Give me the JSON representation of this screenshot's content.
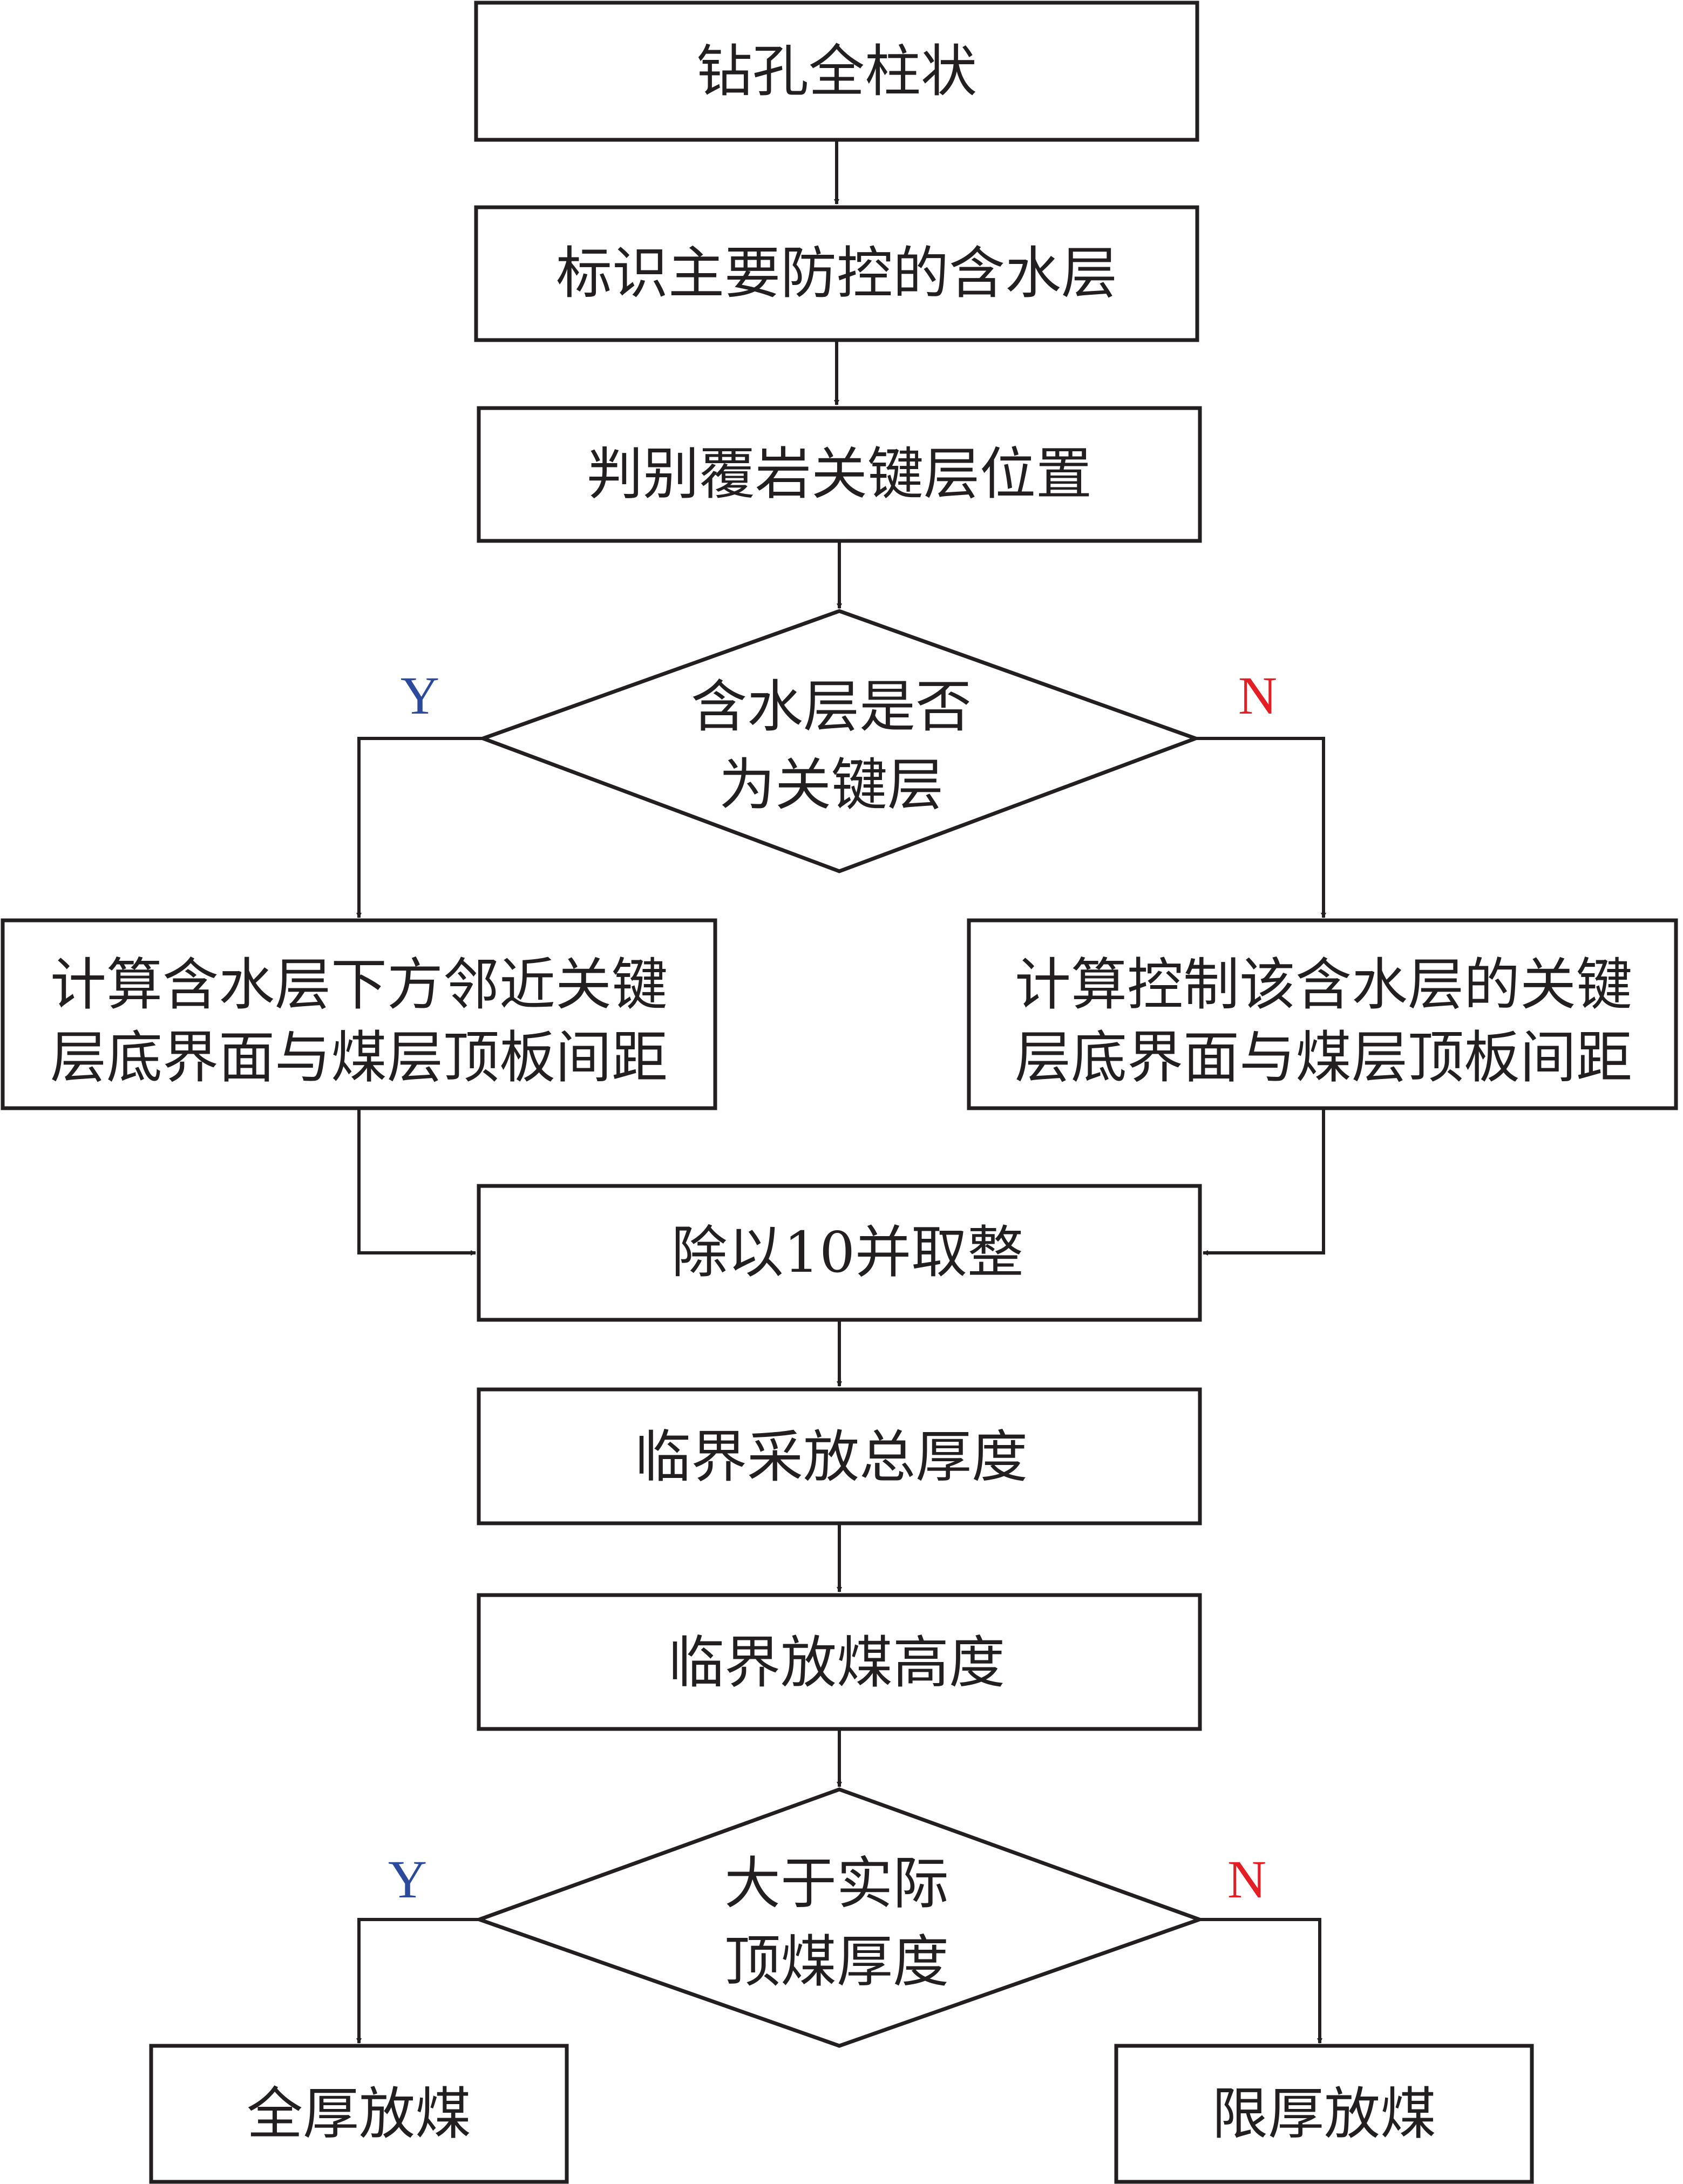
{
  "colors": {
    "ink": "#231f20",
    "yes": "#2b4a9c",
    "no": "#e31e24",
    "background": "#ffffff"
  },
  "nodes": {
    "borehole_column": "钻孔全柱状",
    "mark_aquifer": "标识主要防控的含水层",
    "identify_key_stratum": "判别覆岩关键层位置",
    "decision_aquifer_is_key": [
      "含水层是否",
      "为关键层"
    ],
    "calc_below_key_stratum": [
      "计算含水层下方邻近关键",
      "层底界面与煤层顶板间距"
    ],
    "calc_controlling_key_stratum": [
      "计算控制该含水层的关键",
      "层底界面与煤层顶板间距"
    ],
    "divide_round": "除以10并取整",
    "critical_total_thickness": "临界采放总厚度",
    "critical_caving_height": "临界放煤高度",
    "decision_greater_than_top_coal": [
      "大于实际",
      "顶煤厚度"
    ],
    "full_thickness_caving": "全厚放煤",
    "limited_thickness_caving": "限厚放煤"
  },
  "labels": {
    "yes": "Y",
    "no": "N"
  }
}
